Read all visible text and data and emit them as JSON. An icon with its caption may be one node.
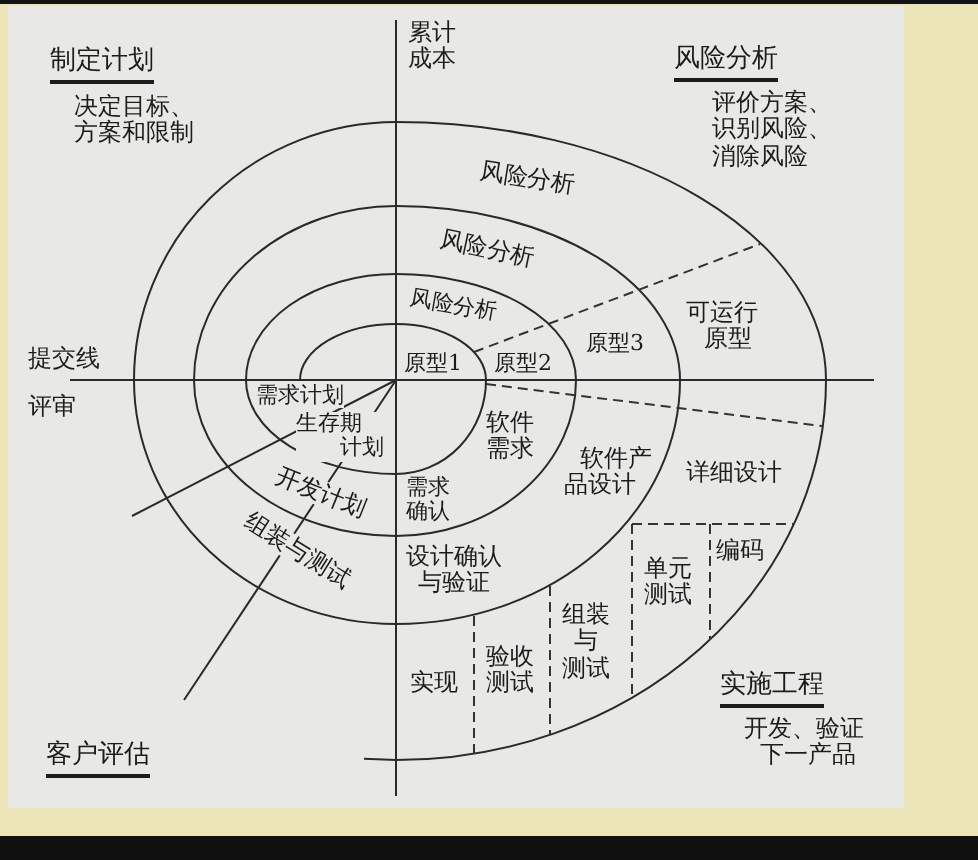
{
  "diagram": {
    "labels": [
      "制定计划",
      "决定目标、方案和限制",
      "累计成本",
      "风险分析",
      "评价方案、识别风险、消除风险",
      "风险分析",
      "风险分析",
      "风险分析",
      "原型1",
      "原型2",
      "原型3",
      "可运行原型",
      "提交线",
      "评审",
      "需求计划",
      "生存期计划",
      "开发计划",
      "组装与测试",
      "软件需求",
      "需求确认",
      "软件产品设计",
      "详细设计",
      "设计确认与验证",
      "编码",
      "单元测试",
      "组装与测试",
      "实现",
      "验收测试",
      "客户评估",
      "实施工程",
      "开发、验证下一产品"
    ]
  }
}
